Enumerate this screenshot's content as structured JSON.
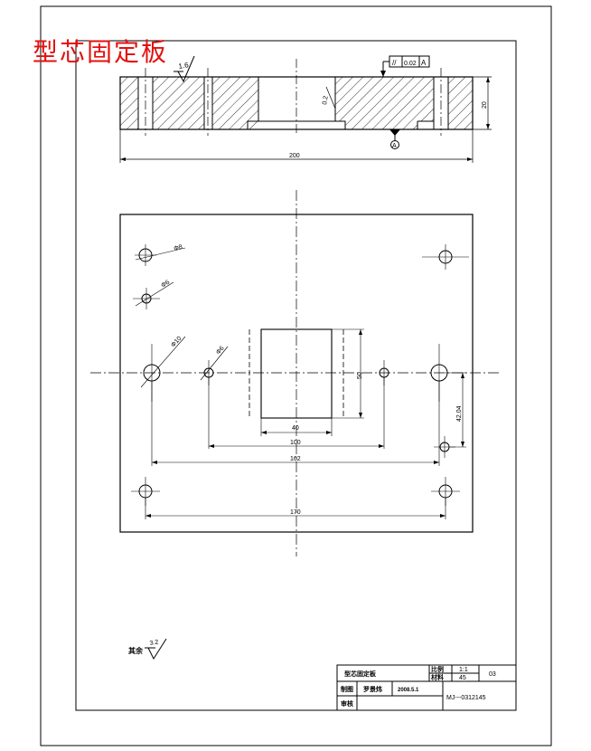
{
  "title_overlay": "型芯固定板",
  "colors": {
    "title": "#e3110f",
    "line": "#000000"
  },
  "section_view": {
    "roughness_top": "1.6",
    "parallelism_symbol": "//",
    "parallelism_value": "0.02",
    "parallelism_datum": "A",
    "datum_label": "A",
    "chamfer": "0.2",
    "thickness": "20",
    "overall_width": "200"
  },
  "plan_view": {
    "hole_labels": [
      "Φ8",
      "Φ6",
      "Φ10",
      "Φ6"
    ],
    "pocket_height": "50",
    "pocket_width": "40",
    "dim_100": "100",
    "dim_162": "162",
    "dim_170": "170",
    "dim_side": "42.04"
  },
  "notes": {
    "rest_label": "其余",
    "rest_roughness": "3.2"
  },
  "title_block": {
    "part_name": "型芯固定板",
    "ratio_label": "比例",
    "ratio_value": "1:1",
    "material_label": "材料",
    "material_value": "45",
    "sheet_no": "03",
    "drawn_label": "制图",
    "drawn_by": "罗景炜",
    "date": "2008.5.1",
    "checked_label": "审核",
    "drawing_no": "MJ---0312145"
  }
}
